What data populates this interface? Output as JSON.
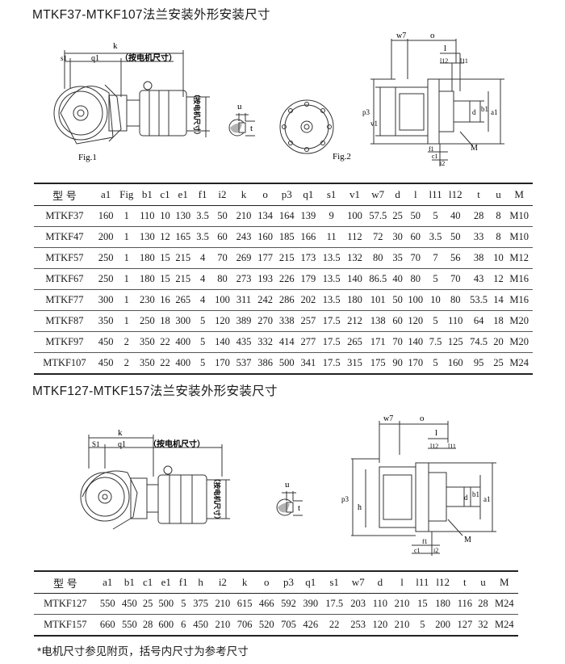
{
  "section1": {
    "title": "MTKF37-MTKF107法兰安装外形安装尺寸",
    "fig1_caption": "Fig.1",
    "fig2_caption": "Fig.2",
    "motor_note": "（按电机尺寸）",
    "motor_size_vertical": "（按电机尺寸）",
    "dim_k": "k",
    "dim_s1": "s1",
    "dim_q1": "q1",
    "dim_u": "u",
    "dim_t": "t",
    "dim_w7": "w7",
    "dim_o": "o",
    "dim_l": "l",
    "dim_l12": "l12",
    "dim_l11": "l11",
    "dim_p3": "p3",
    "dim_v1": "v1",
    "dim_d": "d",
    "dim_b1": "b1",
    "dim_a1": "a1",
    "dim_f1": "f1",
    "dim_c1": "c1",
    "dim_i2": "i2",
    "dim_M": "M",
    "headers": [
      "型 号",
      "a1",
      "Fig",
      "b1",
      "c1",
      "e1",
      "f1",
      "i2",
      "k",
      "o",
      "p3",
      "q1",
      "s1",
      "v1",
      "w7",
      "d",
      "l",
      "l11",
      "l12",
      "t",
      "u",
      "M"
    ],
    "rows": [
      [
        "MTKF37",
        "160",
        "1",
        "110",
        "10",
        "130",
        "3.5",
        "50",
        "210",
        "134",
        "164",
        "139",
        "9",
        "100",
        "57.5",
        "25",
        "50",
        "5",
        "40",
        "28",
        "8",
        "M10"
      ],
      [
        "MTKF47",
        "200",
        "1",
        "130",
        "12",
        "165",
        "3.5",
        "60",
        "243",
        "160",
        "185",
        "166",
        "11",
        "112",
        "72",
        "30",
        "60",
        "3.5",
        "50",
        "33",
        "8",
        "M10"
      ],
      [
        "MTKF57",
        "250",
        "1",
        "180",
        "15",
        "215",
        "4",
        "70",
        "269",
        "177",
        "215",
        "173",
        "13.5",
        "132",
        "80",
        "35",
        "70",
        "7",
        "56",
        "38",
        "10",
        "M12"
      ],
      [
        "MTKF67",
        "250",
        "1",
        "180",
        "15",
        "215",
        "4",
        "80",
        "273",
        "193",
        "226",
        "179",
        "13.5",
        "140",
        "86.5",
        "40",
        "80",
        "5",
        "70",
        "43",
        "12",
        "M16"
      ],
      [
        "MTKF77",
        "300",
        "1",
        "230",
        "16",
        "265",
        "4",
        "100",
        "311",
        "242",
        "286",
        "202",
        "13.5",
        "180",
        "101",
        "50",
        "100",
        "10",
        "80",
        "53.5",
        "14",
        "M16"
      ],
      [
        "MTKF87",
        "350",
        "1",
        "250",
        "18",
        "300",
        "5",
        "120",
        "389",
        "270",
        "338",
        "257",
        "17.5",
        "212",
        "138",
        "60",
        "120",
        "5",
        "110",
        "64",
        "18",
        "M20"
      ],
      [
        "MTKF97",
        "450",
        "2",
        "350",
        "22",
        "400",
        "5",
        "140",
        "435",
        "332",
        "414",
        "277",
        "17.5",
        "265",
        "171",
        "70",
        "140",
        "7.5",
        "125",
        "74.5",
        "20",
        "M20"
      ],
      [
        "MTKF107",
        "450",
        "2",
        "350",
        "22",
        "400",
        "5",
        "170",
        "537",
        "386",
        "500",
        "341",
        "17.5",
        "315",
        "175",
        "90",
        "170",
        "5",
        "160",
        "95",
        "25",
        "M24"
      ]
    ]
  },
  "section2": {
    "title": "MTKF127-MTKF157法兰安装外形安装尺寸",
    "motor_note": "（按电机尺寸）",
    "motor_size_vertical": "（按电机尺寸）",
    "dim_k": "k",
    "dim_s1": "S1",
    "dim_q1": "q1",
    "dim_u": "u",
    "dim_t": "t",
    "dim_w7": "w7",
    "dim_o": "o",
    "dim_l": "l",
    "dim_l12": "l12",
    "dim_l11": "l11",
    "dim_p3": "p3",
    "dim_h": "h",
    "dim_d": "d",
    "dim_b1": "b1",
    "dim_a1": "a1",
    "dim_f1": "f1",
    "dim_c1": "c1",
    "dim_i2": "i2",
    "dim_M": "M",
    "headers": [
      "型 号",
      "a1",
      "b1",
      "c1",
      "e1",
      "f1",
      "h",
      "i2",
      "k",
      "o",
      "p3",
      "q1",
      "s1",
      "w7",
      "d",
      "l",
      "l11",
      "l12",
      "t",
      "u",
      "M"
    ],
    "rows": [
      [
        "MTKF127",
        "550",
        "450",
        "25",
        "500",
        "5",
        "375",
        "210",
        "615",
        "466",
        "592",
        "390",
        "17.5",
        "203",
        "110",
        "210",
        "15",
        "180",
        "116",
        "28",
        "M24"
      ],
      [
        "MTKF157",
        "660",
        "550",
        "28",
        "600",
        "6",
        "450",
        "210",
        "706",
        "520",
        "705",
        "426",
        "22",
        "253",
        "120",
        "210",
        "5",
        "200",
        "127",
        "32",
        "M24"
      ]
    ]
  },
  "footnote": "*电机尺寸参见附页，括号内尺寸为参考尺寸"
}
